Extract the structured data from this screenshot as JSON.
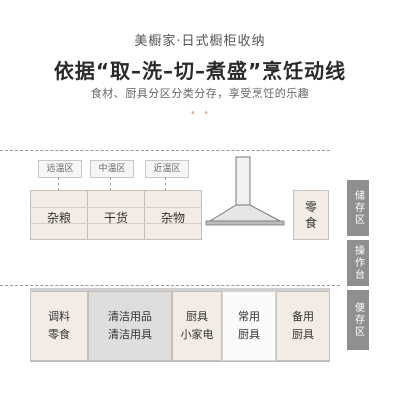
{
  "header": {
    "brand_line": "美橱家·日式橱柜收纳",
    "headline": "依据“取–洗–切–煮盛”烹饪动线",
    "tagline": "食材、厨具分区分类分存，享受烹饪的乐趣",
    "dots": "• •"
  },
  "zones": {
    "far": "远温区",
    "mid": "中温区",
    "near": "近温区"
  },
  "wall_cabinets": {
    "left": "杂粮",
    "middle": "干货",
    "right": "杂物"
  },
  "tall_cabinet": {
    "line1": "零",
    "line2": "食"
  },
  "side_labels": {
    "storage": "储存区",
    "operation": "操作台",
    "convenience": "便存区"
  },
  "base_cabinets": [
    {
      "line1": "调料",
      "line2": "零食"
    },
    {
      "line1": "清洁用品",
      "line2": "清洁用具"
    },
    {
      "line1": "厨具",
      "line2": "小家电"
    },
    {
      "line1": "常用",
      "line2": "厨具"
    },
    {
      "line1": "备用",
      "line2": "厨具"
    }
  ],
  "colors": {
    "cabinet_fill": "#f3ece5",
    "side_label_fill": "#8f8f8f",
    "accent_dots": "#d8b49a"
  }
}
